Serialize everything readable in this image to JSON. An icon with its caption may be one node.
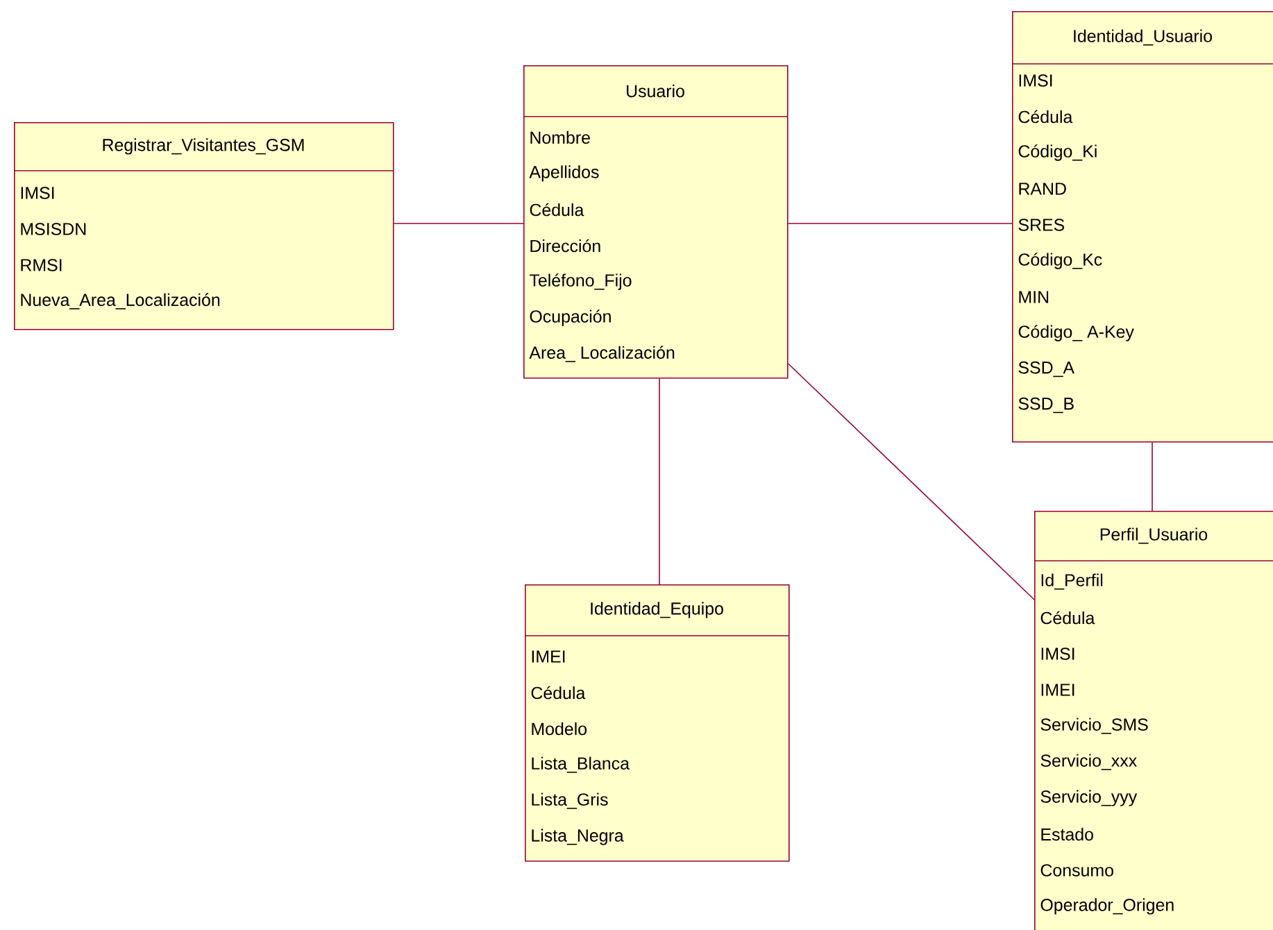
{
  "diagram": {
    "nodes": [
      {
        "text": [
          "Registrar_Visitantes_GSM",
          "IMSI",
          "MSISDN",
          "RMSI",
          "Nueva_Area_Localización"
        ]
      },
      {
        "text": [
          "Usuario",
          "Nombre",
          "Apellidos",
          "Cédula",
          "Dirección",
          "Teléfono_Fijo",
          "Ocupación",
          "Area_ Localización"
        ]
      },
      {
        "text": [
          "Identidad_Usuario",
          "IMSI",
          "Cédula",
          "Código_Ki",
          "RAND",
          "SRES",
          "Código_Kc",
          "MIN",
          "Código_ A-Key",
          "SSD_A",
          "SSD_B"
        ]
      },
      {
        "text": [
          "Identidad_Equipo",
          "IMEI",
          "Cédula",
          "Modelo",
          "Lista_Blanca",
          "Lista_Gris",
          "Lista_Negra"
        ]
      },
      {
        "text": [
          "Perfil_Usuario",
          "Id_Perfil",
          "Cédula",
          "IMSI",
          "IMEI",
          "Servicio_SMS",
          "Servicio_xxx",
          "Servicio_yyy",
          "Estado",
          "Consumo",
          "Operador_Origen"
        ]
      }
    ],
    "edges": [
      {
        "from": 1,
        "to": 0,
        "arrow": "none"
      },
      {
        "from": 1,
        "to": 2,
        "arrow": "none"
      },
      {
        "from": 1,
        "to": 3,
        "arrow": "none"
      },
      {
        "from": 1,
        "to": 4,
        "arrow": "none"
      },
      {
        "from": 2,
        "to": 4,
        "arrow": "none"
      }
    ]
  }
}
